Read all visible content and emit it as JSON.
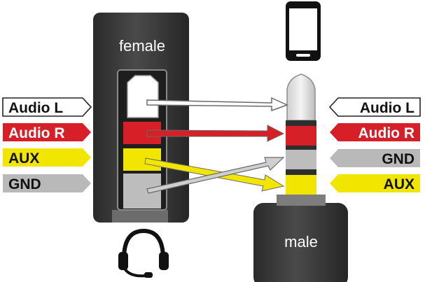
{
  "female": {
    "title": "female",
    "labels": [
      {
        "text": "Audio L",
        "fill": "#ffffff",
        "color": "#111111"
      },
      {
        "text": "Audio R",
        "fill": "#d61f26",
        "color": "#ffffff"
      },
      {
        "text": "AUX",
        "fill": "#f2e600",
        "color": "#111111"
      },
      {
        "text": "GND",
        "fill": "#b9b9b9",
        "color": "#111111"
      }
    ]
  },
  "male": {
    "title": "male",
    "labels": [
      {
        "text": "Audio L",
        "fill": "#ffffff",
        "color": "#111111"
      },
      {
        "text": "Audio R",
        "fill": "#d61f26",
        "color": "#ffffff"
      },
      {
        "text": "GND",
        "fill": "#b9b9b9",
        "color": "#111111"
      },
      {
        "text": "AUX",
        "fill": "#f2e600",
        "color": "#111111"
      }
    ]
  },
  "icons": {
    "top": "smartphone-icon",
    "bottom": "headset-icon"
  },
  "colors": {
    "jack_body": "#3a3a3a",
    "red": "#d61f26",
    "yellow": "#f2e600",
    "gray": "#b9b9b9"
  }
}
